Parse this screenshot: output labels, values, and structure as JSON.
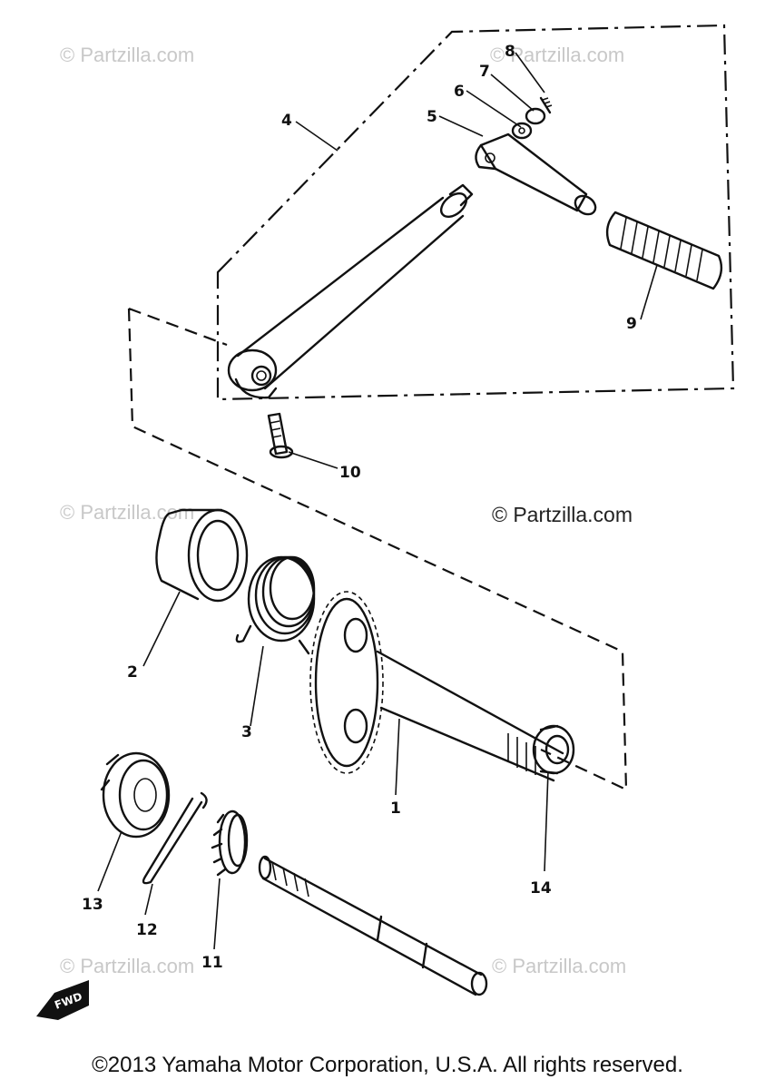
{
  "watermarks": {
    "top_left": "© Partzilla.com",
    "top_right": "© Partzilla.com",
    "mid_left": "© Partzilla.com",
    "mid_right": "© Partzilla.com",
    "bottom_left": "© Partzilla.com",
    "bottom_right": "© Partzilla.com"
  },
  "callouts": [
    {
      "id": "1",
      "label": "1"
    },
    {
      "id": "2",
      "label": "2"
    },
    {
      "id": "3",
      "label": "3"
    },
    {
      "id": "4",
      "label": "4"
    },
    {
      "id": "5",
      "label": "5"
    },
    {
      "id": "6",
      "label": "6"
    },
    {
      "id": "7",
      "label": "7"
    },
    {
      "id": "8",
      "label": "8"
    },
    {
      "id": "9",
      "label": "9"
    },
    {
      "id": "10",
      "label": "10"
    },
    {
      "id": "11",
      "label": "11"
    },
    {
      "id": "12",
      "label": "12"
    },
    {
      "id": "13",
      "label": "13"
    },
    {
      "id": "14",
      "label": "14"
    }
  ],
  "fwd_badge": "FWD",
  "copyright": "©2013 Yamaha Motor Corporation, U.S.A. All rights reserved."
}
